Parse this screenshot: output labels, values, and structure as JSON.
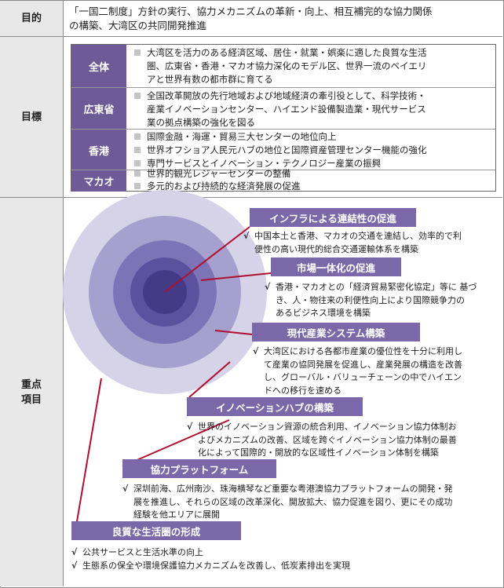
{
  "rows": {
    "purpose": {
      "label": "目的",
      "lines": [
        "「一国二制度」方針の実行、協力メカニズムの革新・向上、相互補完的な協力関係",
        "の構築、大湾区の共同開発推進"
      ]
    },
    "goals": {
      "label": "目標",
      "regions": [
        {
          "name": "全体",
          "items": [
            {
              "bullet": true,
              "text": "大湾区を活力のある経済区域、居住・就業・娯楽に適した良質な生活"
            },
            {
              "bullet": false,
              "text": "圏、広東省・香港・マカオ協力深化のモデル区、世界一流のベイエリ"
            },
            {
              "bullet": false,
              "text": "アと世界有数の都市群に育てる"
            }
          ]
        },
        {
          "name": "広東省",
          "items": [
            {
              "bullet": true,
              "text": "全国改革開放の先行地域および地域経済の牽引役として、科学技術・"
            },
            {
              "bullet": false,
              "text": "産業イノベーションセンター、ハイエンド設備製造業・現代サービス"
            },
            {
              "bullet": false,
              "text": "業の拠点構築の強化を図る"
            }
          ]
        },
        {
          "name": "香港",
          "items": [
            {
              "bullet": true,
              "text": "国際金融・海運・貿易三大センターの地位向上"
            },
            {
              "bullet": true,
              "text": "世界オフショア人民元ハブの地位と国際資産管理センター機能の強化"
            },
            {
              "bullet": true,
              "text": "専門サービスとイノベーション・テクノロジー産業の振興"
            }
          ]
        },
        {
          "name": "マカオ",
          "items": [
            {
              "bullet": true,
              "text": "世界的観光レジャーセンターの整備"
            },
            {
              "bullet": true,
              "text": "多元的および持続的な経済発展の促進"
            }
          ]
        }
      ]
    },
    "focus": {
      "label_lines": [
        "重点",
        "項目"
      ],
      "check_mark": "√",
      "items": [
        {
          "title": "インフラによる連結性の促進",
          "lines": [
            "中国本土と香港、マカオの交通を連結し、効率的で利",
            "便性の高い現代的総合交通運輸体系を構築"
          ]
        },
        {
          "title": "市場一体化の促進",
          "lines": [
            "香港・マカオとの「経済貿易緊密化協定」等に 基づ",
            "き、人・物往来の利便性向上により国際競争力の",
            "あるビジネス環境を構築"
          ]
        },
        {
          "title": "現代産業システム構築",
          "lines": [
            "大湾区における各都市産業の優位性を十分に利用し",
            "て産業の協同発展を促進し、産業発展の構造を改善",
            "し、グローバル・バリューチェーンの中でハイエン",
            "ドへの移行を速める"
          ]
        },
        {
          "title": "イノベーションハブの構築",
          "lines": [
            "世界のイノベーション資源の統合利用、イノベーション協力体制お",
            "よびメカニズムの改善、区域を跨ぐイノベーション協力体制の最善",
            "化によって国際的・開放的な区域性イノベーション体制を構築"
          ]
        },
        {
          "title": "協力プラットフォーム",
          "lines": [
            "深圳前海、広州南沙、珠海横琴など重要な粤港澳協力プラットフォームの開発・発",
            "展を推進し、それらの区域の改革深化、開放拡大、協力促進を図り、更にその成功",
            "経験を他エリアに展開"
          ]
        },
        {
          "title": "良質な生活圏の形成",
          "bullets": [
            "公共サービスと生活水準の向上",
            "生態系の保全や環境保護協力メカニズムを改善し、低炭素排出を実現"
          ]
        }
      ]
    }
  },
  "colors": {
    "label_bg": "#e8e8e8",
    "region_bg": "#6f5a98",
    "focus_head_bg": "#7a68a8",
    "ring_1": "#d6d3e9",
    "ring_2": "#a6a0cf",
    "ring_3": "#7d74b8",
    "ring_4": "#5c519f",
    "core": "#443a86",
    "connector": "#b01030"
  }
}
